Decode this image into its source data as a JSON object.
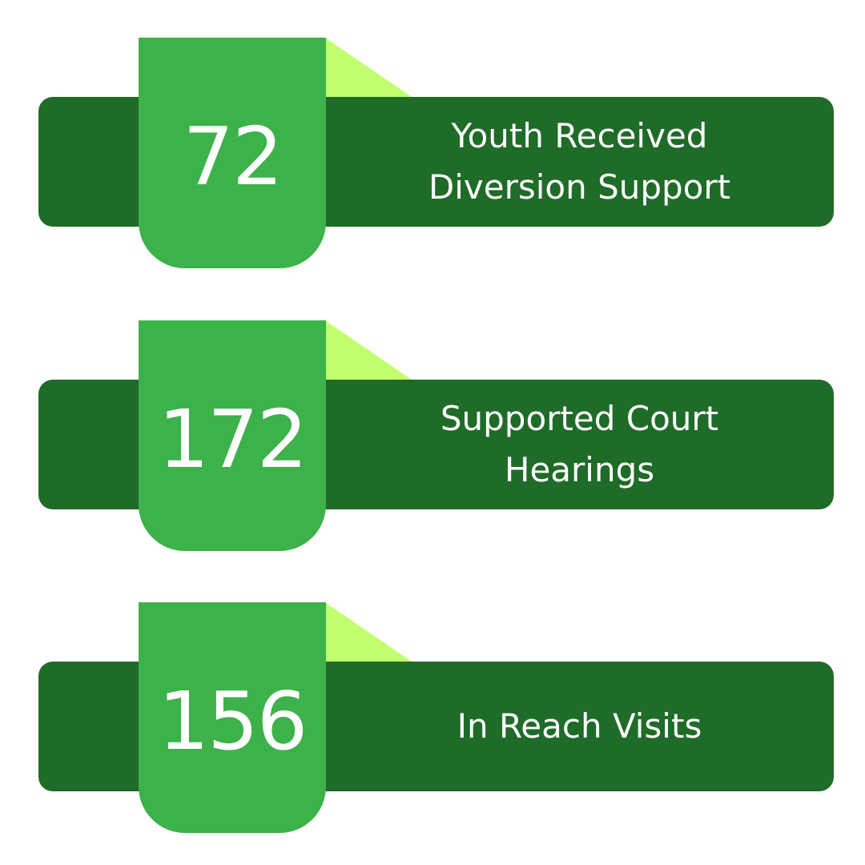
{
  "stats": [
    {
      "value": "72",
      "label": "Youth Received Diversion Support"
    },
    {
      "value": "172",
      "label": "Supported Court Hearings"
    },
    {
      "value": "156",
      "label": "In Reach Visits"
    }
  ],
  "colors": {
    "bar": "#1f6b28",
    "tab": "#3db14a",
    "fold": "#c1ff6e",
    "text": "#ffffff",
    "background": "#ffffff"
  }
}
